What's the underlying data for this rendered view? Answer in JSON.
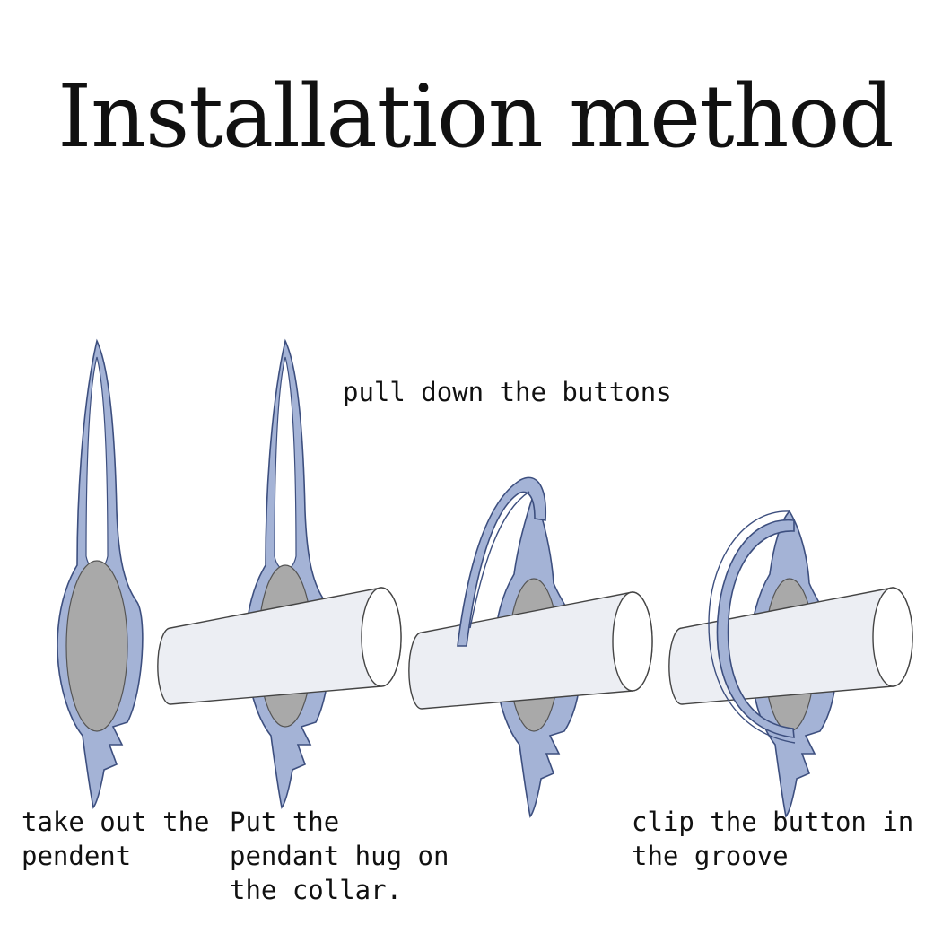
{
  "title": "Installation method",
  "steps": {
    "step1": "take out the\npendent",
    "step2": "Put the\npendant hug on\nthe collar.",
    "step3": "pull down the buttons",
    "step4": "clip the button in\nthe groove"
  },
  "colors": {
    "clip_blue": "#a4b3d6",
    "clip_outline": "#3d4f7f",
    "disc_gray": "#a9a9a9",
    "collar_fill": "#eceef3",
    "collar_outline": "#444444"
  }
}
